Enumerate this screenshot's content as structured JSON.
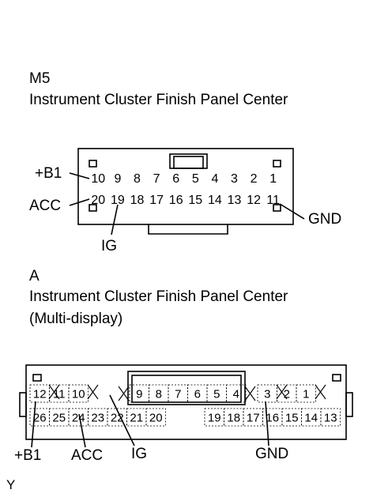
{
  "connector_m5": {
    "code": "M5",
    "name": "Instrument Cluster Finish Panel Center",
    "top_row": [
      "10",
      "9",
      "8",
      "7",
      "6",
      "5",
      "4",
      "3",
      "2",
      "1"
    ],
    "bottom_row": [
      "20",
      "19",
      "18",
      "17",
      "16",
      "15",
      "14",
      "13",
      "12",
      "11"
    ],
    "labels": {
      "b1": "+B1",
      "acc": "ACC",
      "ig": "IG",
      "gnd": "GND"
    }
  },
  "connector_a": {
    "code": "A",
    "name": "Instrument Cluster Finish Panel Center",
    "subname": "(Multi-display)",
    "top_left": [
      "12",
      "11",
      "10"
    ],
    "top_center": [
      "9",
      "8",
      "7",
      "6",
      "5",
      "4"
    ],
    "top_right": [
      "3",
      "2",
      "1"
    ],
    "bottom_left": [
      "26",
      "25",
      "24",
      "23",
      "22",
      "21",
      "20"
    ],
    "bottom_right": [
      "19",
      "18",
      "17",
      "16",
      "15",
      "14",
      "13"
    ],
    "labels": {
      "b1": "+B1",
      "acc": "ACC",
      "ig": "IG",
      "gnd": "GND"
    }
  },
  "figure_code": "Y"
}
